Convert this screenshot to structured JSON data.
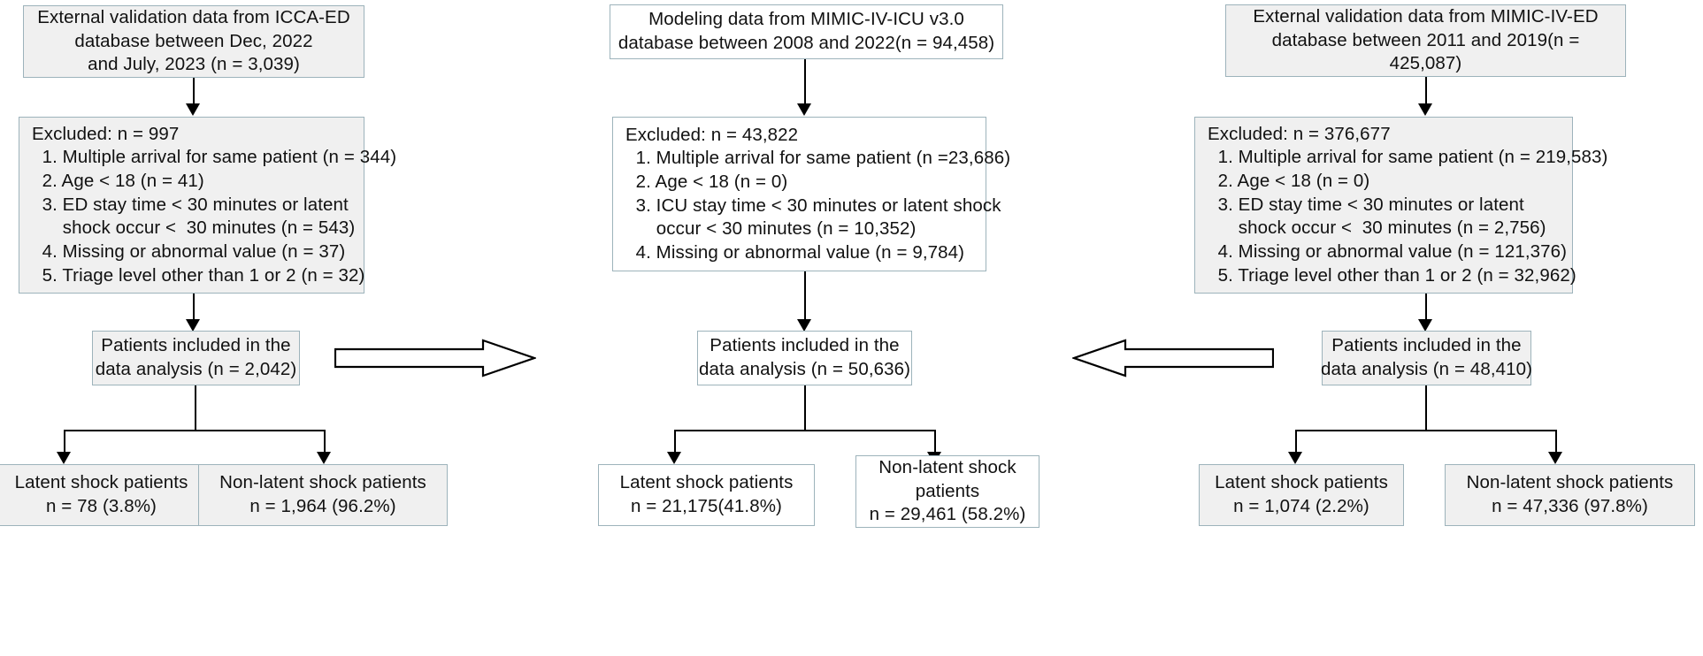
{
  "figure": {
    "type": "flowchart",
    "title": "Study population selection flow diagram",
    "colors": {
      "box_border": "#9db3bb",
      "box_fill_gray": "#f0f0f0",
      "box_fill_white": "#ffffff",
      "connector": "#000000",
      "page_background": "#ffffff"
    }
  },
  "columns": [
    {
      "id": "icca_ed",
      "name": "ICCA-ED external validation cohort",
      "source": {
        "lines": [
          "External validation data from ICCA-ED",
          "database between Dec, 2022",
          "and July, 2023 (n = 3,039)"
        ]
      },
      "excluded": {
        "header": "Excluded: n = 997",
        "items": [
          "  1. Multiple arrival for same patient (n = 344)",
          "  2. Age < 18 (n = 41)",
          "  3. ED stay time < 30 minutes or latent",
          "      shock occur <  30 minutes (n = 543)",
          "  4. Missing or abnormal value (n = 37)",
          "  5. Triage level other than 1 or 2 (n = 32)"
        ]
      },
      "included": {
        "lines": [
          "Patients included in the",
          "data analysis (n = 2,042)"
        ]
      },
      "outcomes": [
        {
          "lines": [
            "Latent shock patients",
            "n = 78 (3.8%)"
          ]
        },
        {
          "lines": [
            "Non-latent shock patients",
            "n = 1,964 (96.2%)"
          ]
        }
      ]
    },
    {
      "id": "mimic_iv_icu",
      "name": "MIMIC-IV-ICU modeling cohort",
      "source": {
        "lines": [
          "Modeling data from MIMIC-IV-ICU v3.0",
          "database between 2008 and 2022(n = 94,458)"
        ]
      },
      "excluded": {
        "header": "Excluded: n = 43,822",
        "items": [
          "  1. Multiple arrival for same patient (n =23,686)",
          "  2. Age < 18 (n = 0)",
          "  3. ICU stay time < 30 minutes or latent shock",
          "      occur < 30 minutes (n = 10,352)",
          "  4. Missing or abnormal value (n = 9,784)"
        ]
      },
      "included": {
        "lines": [
          "Patients included in the",
          "data analysis (n = 50,636)"
        ]
      },
      "outcomes": [
        {
          "lines": [
            "Latent shock patients",
            "n = 21,175(41.8%)"
          ]
        },
        {
          "lines": [
            "Non-latent shock",
            "patients",
            "n = 29,461 (58.2%)"
          ]
        }
      ]
    },
    {
      "id": "mimic_iv_ed",
      "name": "MIMIC-IV-ED external validation cohort",
      "source": {
        "lines": [
          "External validation data from MIMIC-IV-ED",
          "database between 2011 and 2019(n =",
          "425,087)"
        ]
      },
      "excluded": {
        "header": "Excluded: n = 376,677",
        "items": [
          "  1. Multiple arrival for same patient (n = 219,583)",
          "  2. Age < 18 (n = 0)",
          "  3. ED stay time < 30 minutes or latent",
          "      shock occur <  30 minutes (n = 2,756)",
          "  4. Missing or abnormal value (n = 121,376)",
          "  5. Triage level other than 1 or 2 (n = 32,962)"
        ]
      },
      "included": {
        "lines": [
          "Patients included in the",
          "data analysis (n = 48,410)"
        ]
      },
      "outcomes": [
        {
          "lines": [
            "Latent shock patients",
            "n = 1,074 (2.2%)"
          ]
        },
        {
          "lines": [
            "Non-latent shock patients",
            "n = 47,336 (97.8%)"
          ]
        }
      ]
    }
  ],
  "cross_arrows": [
    {
      "id": "left-to-center",
      "direction": "right",
      "from": "icca_ed.included",
      "to": "mimic_iv_icu.included"
    },
    {
      "id": "right-to-center",
      "direction": "left",
      "from": "mimic_iv_ed.included",
      "to": "mimic_iv_icu.included"
    }
  ]
}
